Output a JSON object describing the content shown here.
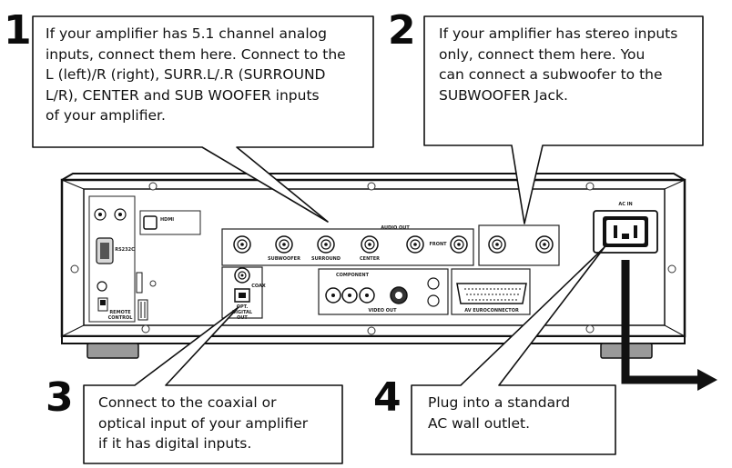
{
  "callouts": [
    {
      "number": "1",
      "text": "If your amplifier has 5.1 channel analog\ninputs, connect them here. Connect to the\nL (left)/R (right), SURR.L/.R (SURROUND\nL/R), CENTER and SUB WOOFER inputs\nof your amplifier."
    },
    {
      "number": "2",
      "text": "If your amplifier has stereo inputs\nonly, connect them here. You\ncan connect a subwoofer to the\nSUBWOOFER Jack."
    },
    {
      "number": "3",
      "text": "Connect to the coaxial or\noptical input of your amplifier\nif it has digital inputs."
    },
    {
      "number": "4",
      "text": "Plug into a standard\nAC wall outlet."
    }
  ],
  "panel_labels": {
    "hdmi": "HDMI",
    "rs232": "RS232C",
    "remote_control": "REMOTE\nCONTROL",
    "audio_out": "AUDIO OUT",
    "front": "FRONT",
    "subwoofer": "SUBWOOFER",
    "surround": "SURROUND",
    "center": "CENTER",
    "coax": "COAX",
    "opt_digital_out": "OPT.\nDIGITAL\nOUT",
    "component": "COMPONENT",
    "video_out": "VIDEO OUT",
    "av_euroconnector": "AV EUROCONNECTOR",
    "ac_in": "AC IN"
  }
}
